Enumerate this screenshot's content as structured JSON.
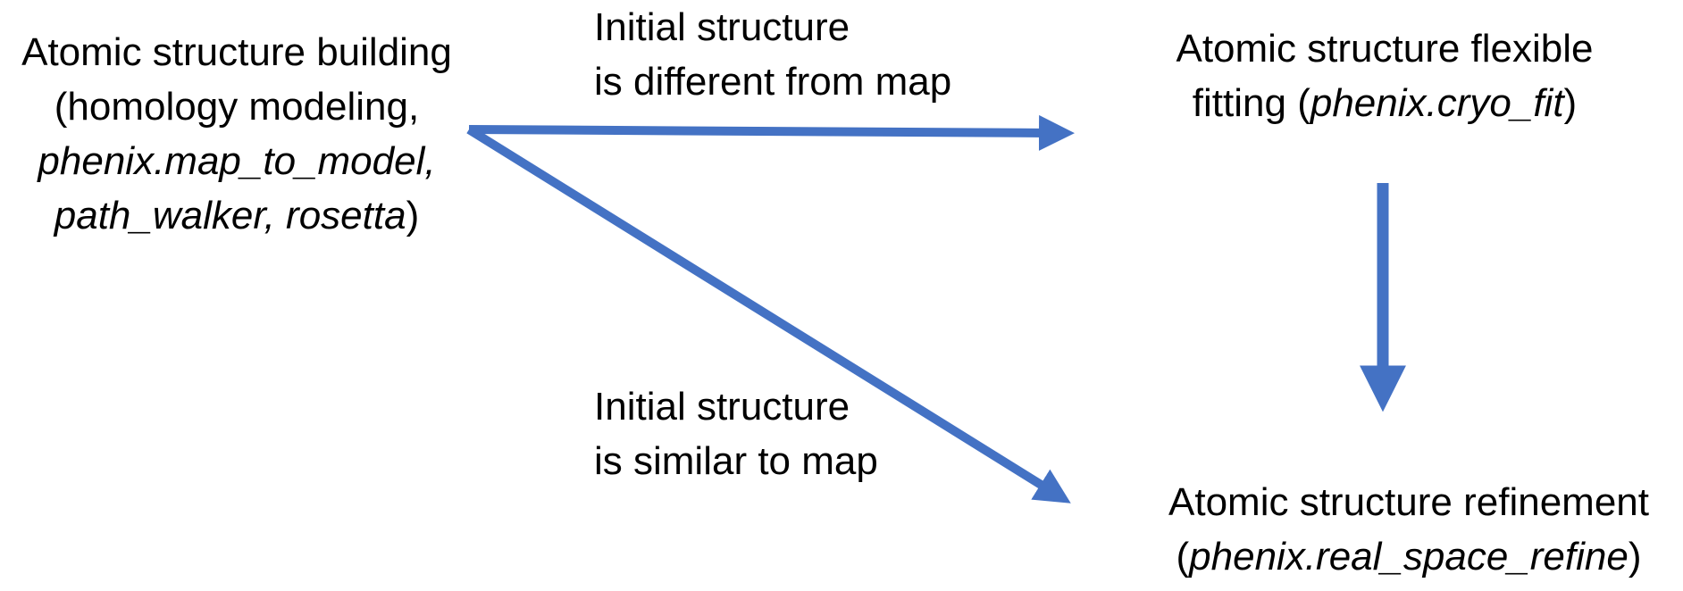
{
  "nodes": {
    "building": {
      "line1": "Atomic structure building",
      "line2": "(homology modeling,",
      "line3": "phenix.map_to_model,",
      "line4_italic": "path_walker, rosetta",
      "line4_close": ")"
    },
    "flexible_fitting": {
      "line1": "Atomic structure flexible",
      "line2_prefix": "fitting (",
      "line2_italic": "phenix.cryo_fit",
      "line2_suffix": ")"
    },
    "refinement": {
      "line1": "Atomic structure refinement",
      "line2_prefix": "(",
      "line2_italic": "phenix.real_space_refine",
      "line2_suffix": ")"
    }
  },
  "edges": {
    "to_flexible": {
      "line1": "Initial structure",
      "line2": "is different from map"
    },
    "to_refinement": {
      "line1": "Initial structure",
      "line2": "is similar to map"
    }
  },
  "colors": {
    "arrow": "#4472C4",
    "text": "#000000",
    "background": "#FFFFFF"
  }
}
